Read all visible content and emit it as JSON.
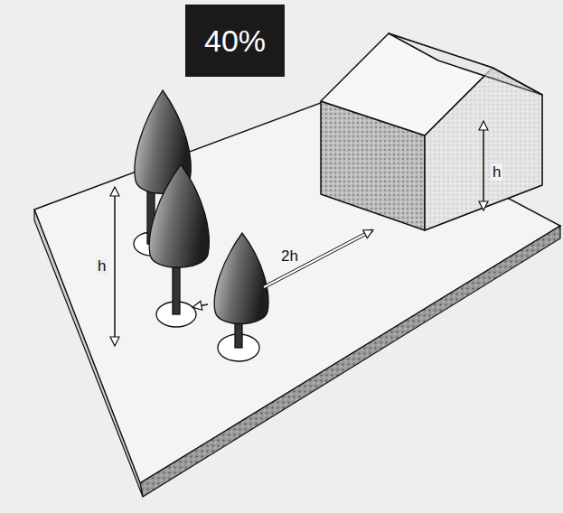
{
  "diagram": {
    "nodes": [
      {
        "text": [
          "40%"
        ]
      }
    ],
    "labels": [
      "h",
      "2h",
      "h"
    ]
  }
}
